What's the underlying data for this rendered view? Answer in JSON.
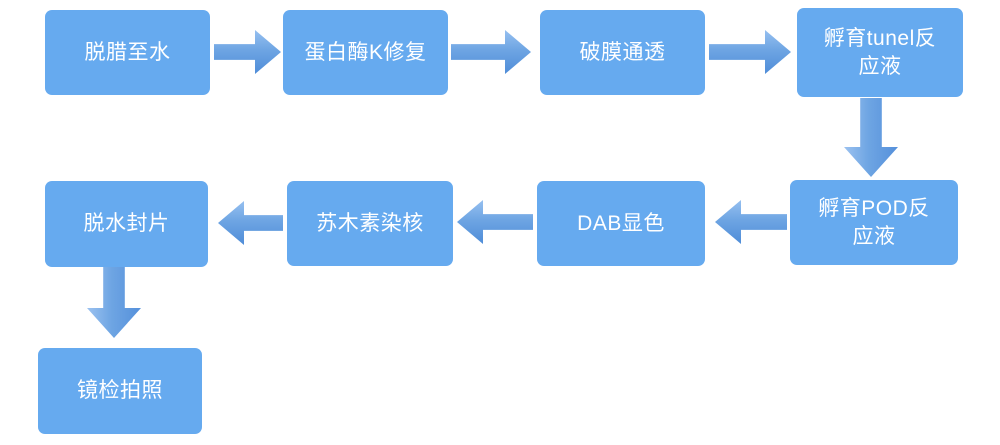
{
  "flow": {
    "nodes": [
      {
        "label": "脱腊至水"
      },
      {
        "label": "蛋白酶K修复"
      },
      {
        "label": "破膜通透"
      },
      {
        "label": "孵育tunel反\n应液"
      },
      {
        "label": "孵育POD反\n应液"
      },
      {
        "label": "DAB显色"
      },
      {
        "label": "苏木素染核"
      },
      {
        "label": "脱水封片"
      },
      {
        "label": "镜检拍照"
      }
    ],
    "connections": [
      {
        "from": "脱腊至水",
        "to": "蛋白酶K修复",
        "direction": "right"
      },
      {
        "from": "蛋白酶K修复",
        "to": "破膜通透",
        "direction": "right"
      },
      {
        "from": "破膜通透",
        "to": "孵育tunel反应液",
        "direction": "right"
      },
      {
        "from": "孵育tunel反应液",
        "to": "孵育POD反应液",
        "direction": "down"
      },
      {
        "from": "孵育POD反应液",
        "to": "DAB显色",
        "direction": "left"
      },
      {
        "from": "DAB显色",
        "to": "苏木素染核",
        "direction": "left"
      },
      {
        "from": "苏木素染核",
        "to": "脱水封片",
        "direction": "left"
      },
      {
        "from": "脱水封片",
        "to": "镜检拍照",
        "direction": "down"
      }
    ],
    "colors": {
      "box_fill": "#66aaef",
      "arrow_light": "#96c0f0",
      "arrow_dark": "#4f8dd8",
      "text": "#ffffff",
      "background": "#ffffff"
    }
  }
}
